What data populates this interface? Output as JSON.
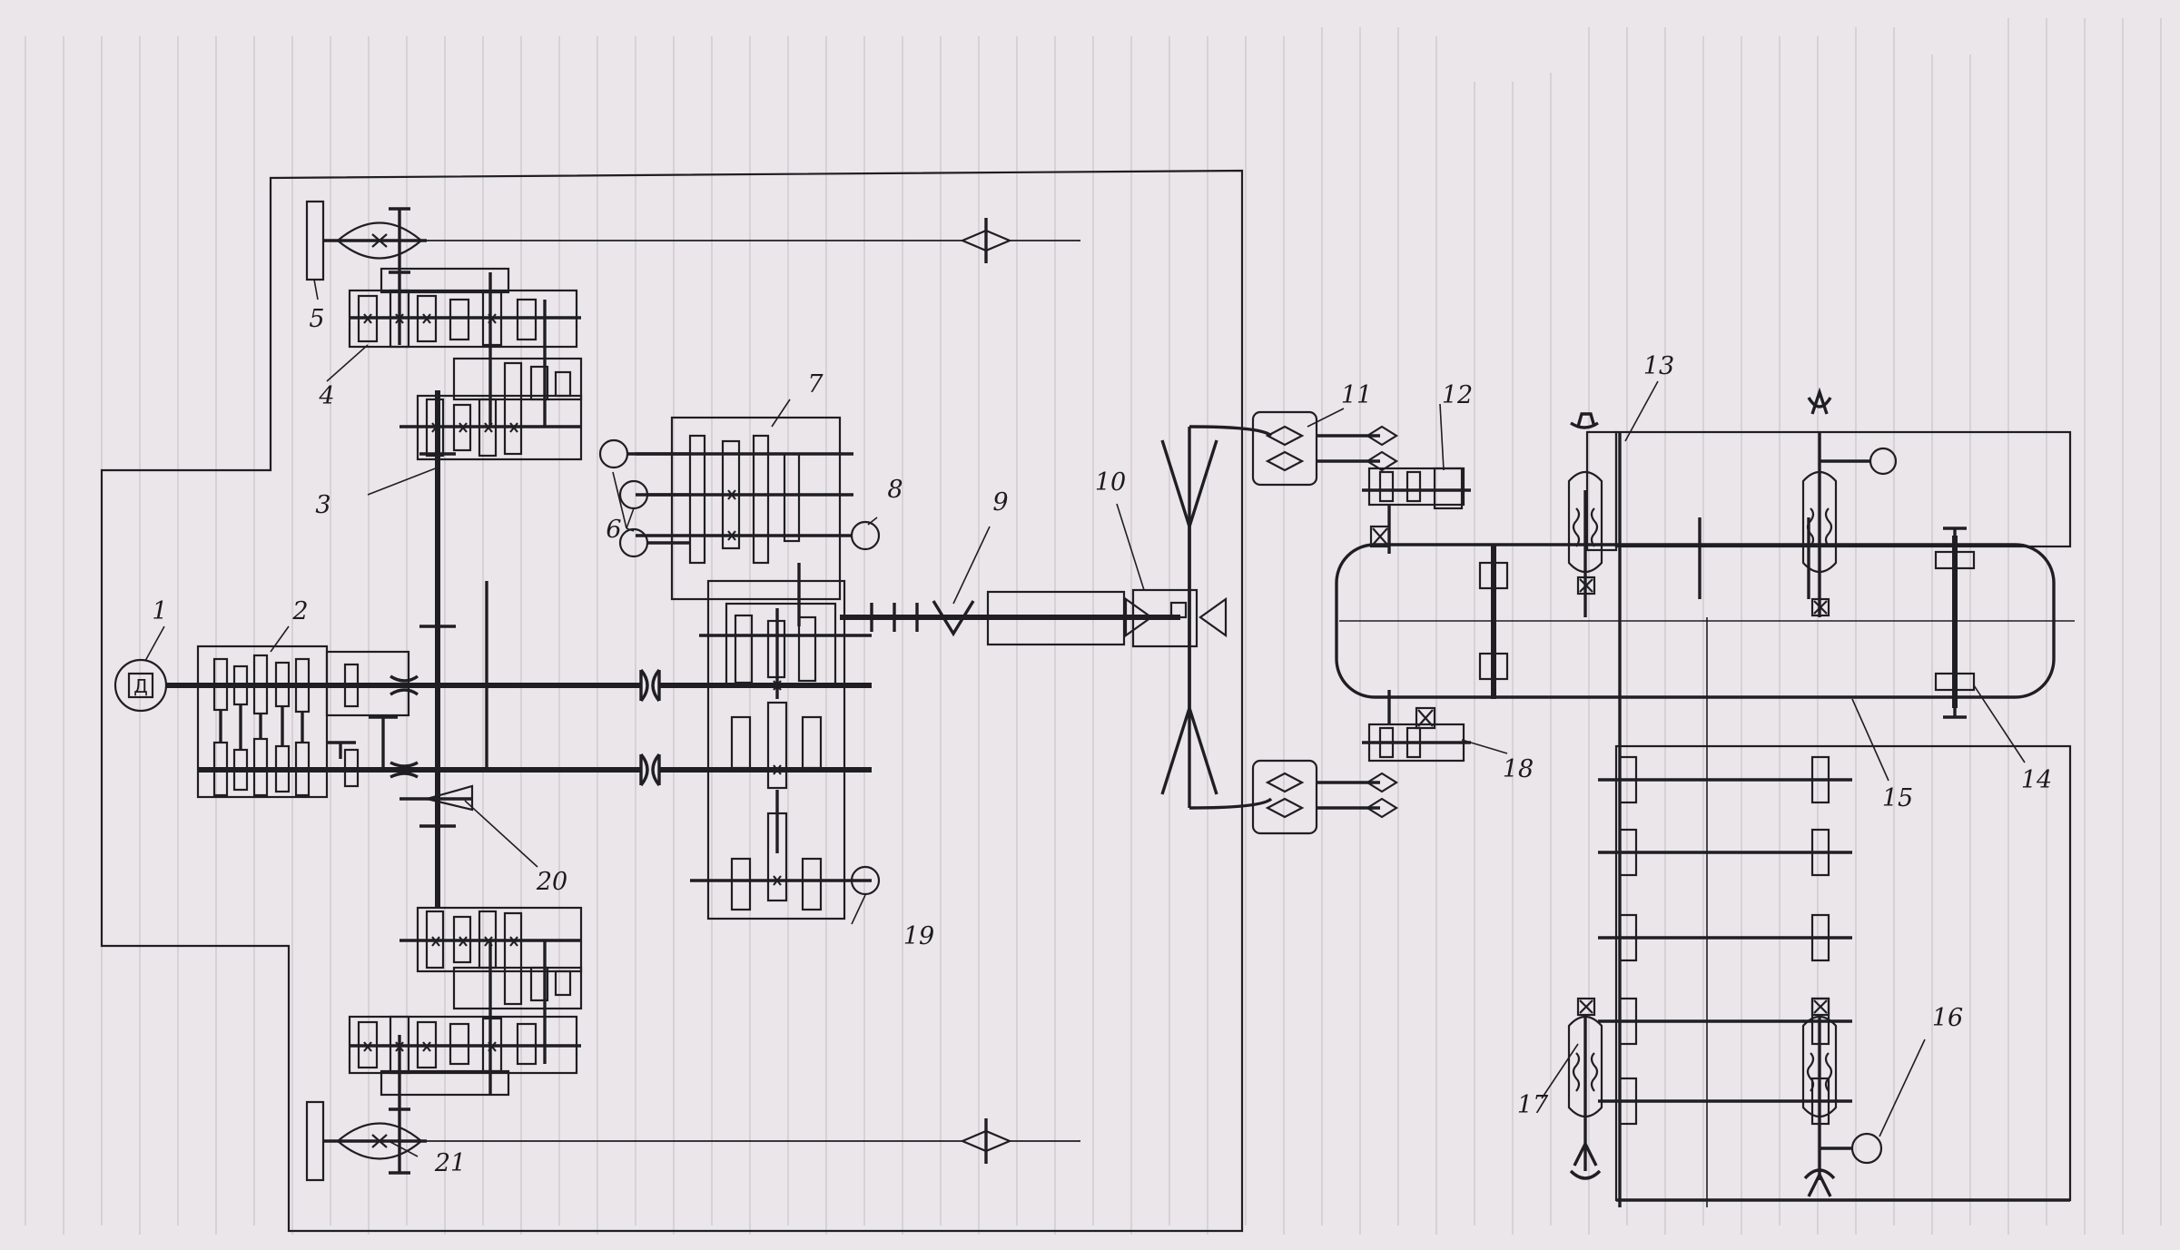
{
  "motor": {
    "label": "Д"
  },
  "callouts": [
    "1",
    "2",
    "3",
    "4",
    "5",
    "6",
    "7",
    "8",
    "9",
    "10",
    "11",
    "12",
    "13",
    "14",
    "15",
    "16",
    "17",
    "18",
    "19",
    "20",
    "21"
  ],
  "colors": {
    "paper": "#ebe6e9",
    "ink": "#1f1e22",
    "bleed": "#b7b0b6"
  }
}
